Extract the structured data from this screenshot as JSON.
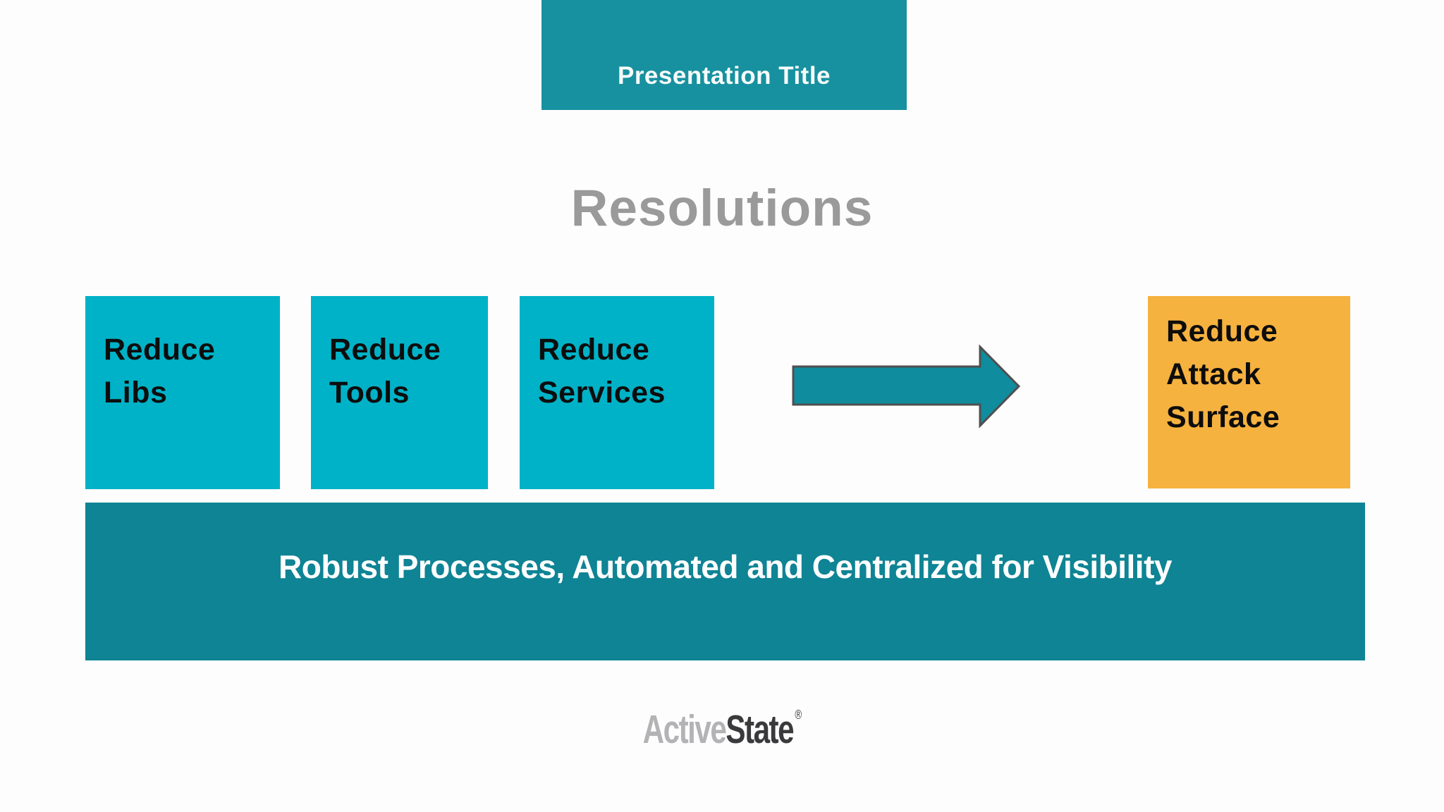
{
  "colors": {
    "bg": "#fdfdfd",
    "header_teal": "#17919f",
    "header_text": "#f7fbfb",
    "title_gray": "#9a9a9a",
    "cyan_box": "#00b2c7",
    "orange_box": "#f6b23f",
    "box_text": "#0d0d0d",
    "arrow_fill": "#0f8c9d",
    "arrow_stroke": "#4f4f4f",
    "banner_bg": "#0e8495",
    "banner_text": "#ffffff",
    "logo_light": "#b3b3b6",
    "logo_dark": "#3a3a3c"
  },
  "header": {
    "title": "Presentation Title"
  },
  "slide": {
    "title": "Resolutions"
  },
  "boxes": [
    {
      "id": "reduce-libs",
      "label": "Reduce\nLibs",
      "color": "cyan"
    },
    {
      "id": "reduce-tools",
      "label": "Reduce\nTools",
      "color": "cyan"
    },
    {
      "id": "reduce-services",
      "label": "Reduce\nServices",
      "color": "cyan"
    },
    {
      "id": "reduce-attack-surface",
      "label": "Reduce\nAttack\nSurface",
      "color": "orange"
    }
  ],
  "arrow": {
    "direction": "right",
    "meaning": "flow-arrow"
  },
  "banner": {
    "text": "Robust Processes, Automated and Centralized for Visibility"
  },
  "logo": {
    "part1": "Active",
    "part2": "State",
    "registered": "®"
  }
}
